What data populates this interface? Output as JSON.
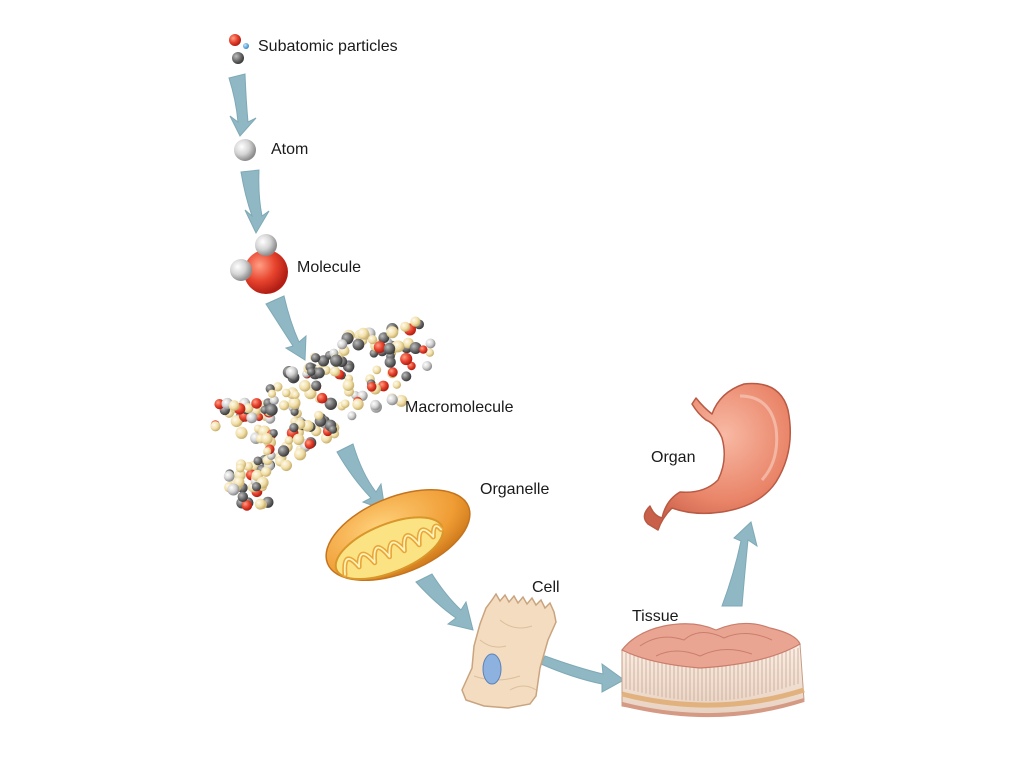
{
  "labels": {
    "subatomic": "Subatomic particles",
    "atom": "Atom",
    "molecule": "Molecule",
    "macromolecule": "Macromolecule",
    "organelle": "Organelle",
    "cell": "Cell",
    "tissue": "Tissue",
    "organ": "Organ"
  },
  "colors": {
    "arrow": "#8fb8c4",
    "arrow_stroke": "#7aa6b3",
    "oxygen": "#e2342a",
    "hydrogen": "#d9d9d9",
    "carbon": "#5e5e5e",
    "macro_pale": "#f3e4b0",
    "organelle_outer": "#f0a63c",
    "organelle_inner": "#fbe07a",
    "cell_body": "#f3dcc0",
    "nucleus": "#8eb2e0",
    "tissue_top": "#e9a08e",
    "organ": "#ec8a72"
  },
  "icons": [
    "subatomic-particles-icon",
    "atom-icon",
    "molecule-icon",
    "macromolecule-icon",
    "mitochondrion-icon",
    "cell-icon",
    "tissue-icon",
    "stomach-icon"
  ]
}
